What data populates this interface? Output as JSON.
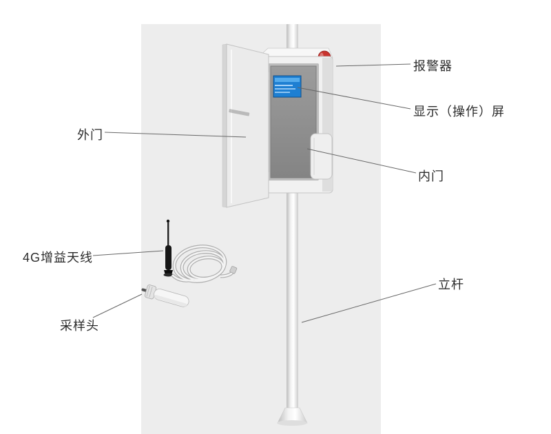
{
  "labels": {
    "alarm": "报警器",
    "display_screen": "显示（操作）屏",
    "outer_door": "外门",
    "inner_door": "内门",
    "antenna_4g": "4G增益天线",
    "sampling_head": "采样头",
    "pole": "立杆"
  },
  "colors": {
    "backdrop": "#ededed",
    "alarm_beacon": "#c8332e",
    "screen_blue": "#1e7fd2",
    "inner_panel": "#909090",
    "leader_line": "#666666"
  }
}
